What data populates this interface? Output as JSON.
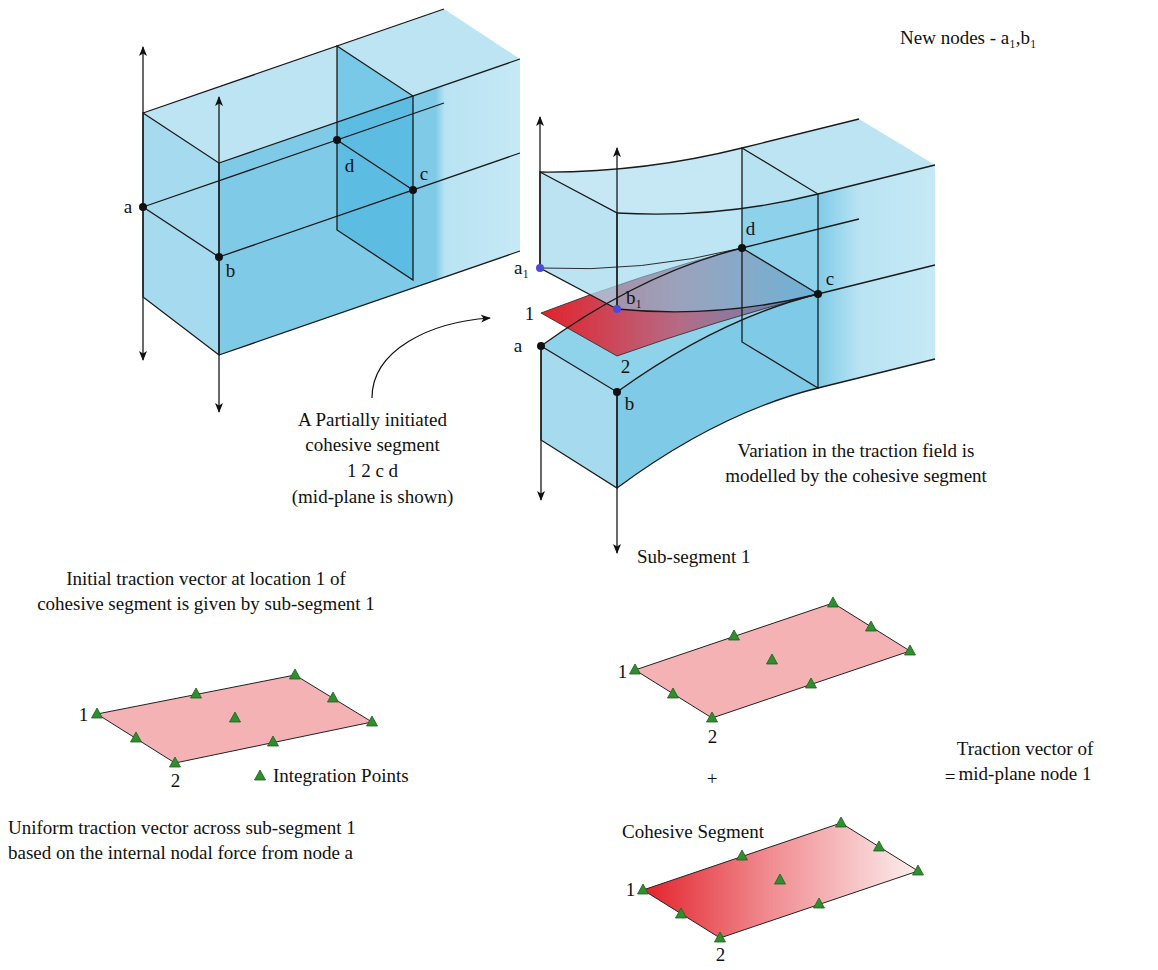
{
  "diagram": {
    "labels": [
      "New nodes - a₁,b₁",
      "d",
      "c",
      "a",
      "b",
      "d",
      "a₁",
      "c",
      "b₁",
      "1",
      "a",
      "2",
      "b",
      "A Partially initiated cohesive segment",
      "1 2 c d",
      "(mid-plane is shown)",
      "Variation in the traction field is modelled by the cohesive segment",
      "Sub-segment 1",
      "Initial traction vector at location 1 of cohesive segment is given by sub-segment 1",
      "1",
      "1",
      "2",
      "Traction vector of mid-plane node 1",
      "+",
      "=",
      "2",
      "Uniform traction vector across sub-segment 1 based on the internal nodal force from node a",
      "Cohesive Segment",
      "1",
      "2"
    ],
    "legend": [
      {
        "text": "Integration Points"
      }
    ]
  }
}
